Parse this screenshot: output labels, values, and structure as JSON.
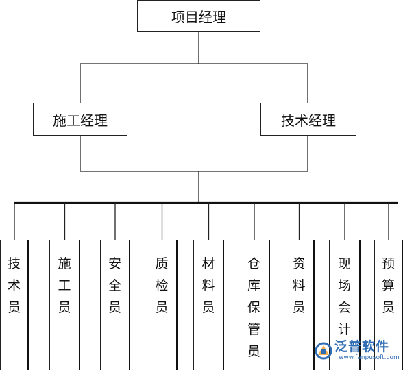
{
  "diagram": {
    "root": {
      "label": "项目经理"
    },
    "managers": [
      {
        "label": "施工经理"
      },
      {
        "label": "技术经理"
      }
    ],
    "staff": [
      {
        "label": "技术员"
      },
      {
        "label": "施工员"
      },
      {
        "label": "安全员"
      },
      {
        "label": "质检员"
      },
      {
        "label": "材料员"
      },
      {
        "label": "仓库保管员"
      },
      {
        "label": "资料员"
      },
      {
        "label": "现场会计"
      },
      {
        "label": "预算员"
      }
    ]
  },
  "watermark": {
    "name": "泛普软件",
    "url": "www.fanpusoft.com",
    "color": "#2f6db5",
    "icon": "fanpu-logo-icon"
  }
}
